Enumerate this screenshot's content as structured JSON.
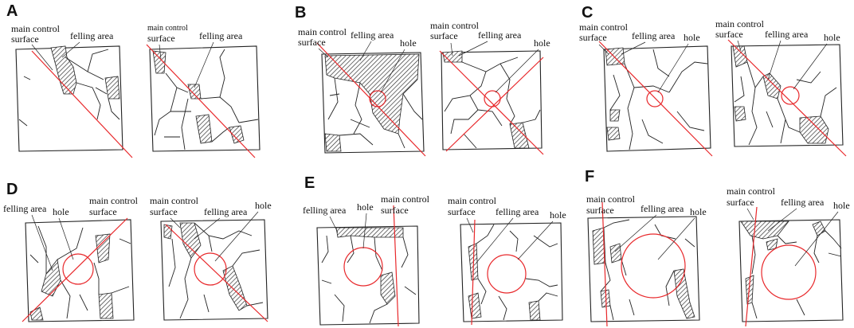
{
  "panels": [
    {
      "letter": "A",
      "left": {
        "control_label_lines": [
          "main control",
          "surface"
        ],
        "felling_label": "felling area"
      },
      "right": {
        "control_label_lines": [
          "main control",
          "surface"
        ],
        "felling_label": "felling area"
      }
    },
    {
      "letter": "B",
      "left": {
        "control_label_lines": [
          "main control",
          "surface"
        ],
        "felling_label": "felling area",
        "hole_label": "hole"
      },
      "right": {
        "control_label_lines": [
          "main control",
          "surface"
        ],
        "felling_label": "felling area",
        "hole_label": "hole"
      }
    },
    {
      "letter": "C",
      "left": {
        "control_label_lines": [
          "main control",
          "surface"
        ],
        "felling_label": "felling area",
        "hole_label": "hole"
      },
      "right": {
        "control_label_lines": [
          "main control",
          "surface"
        ],
        "felling_label": "felling area",
        "hole_label": "hole"
      }
    },
    {
      "letter": "D",
      "left": {
        "felling_label": "felling area",
        "hole_label": "hole",
        "control_label_lines": [
          "main control",
          "surface"
        ]
      },
      "right": {
        "control_label_lines": [
          "main control",
          "surface"
        ],
        "felling_label": "felling area",
        "hole_label": "hole"
      }
    },
    {
      "letter": "E",
      "left": {
        "felling_label": "felling area",
        "hole_label": "hole",
        "control_label_lines": [
          "main control",
          "surface"
        ]
      },
      "right": {
        "control_label_lines": [
          "main control",
          "surface"
        ],
        "felling_label": "felling area",
        "hole_label": "hole"
      }
    },
    {
      "letter": "F",
      "left": {
        "control_label_lines": [
          "main control",
          "surface"
        ],
        "felling_label": "felling area",
        "hole_label": "hole"
      },
      "right": {
        "control_label_lines": [
          "main control",
          "surface"
        ],
        "felling_label": "felling area",
        "hole_label": "hole"
      }
    }
  ],
  "colors": {
    "control_line": "#e8282b",
    "hole": "#e8282b",
    "outline": "#222222"
  }
}
